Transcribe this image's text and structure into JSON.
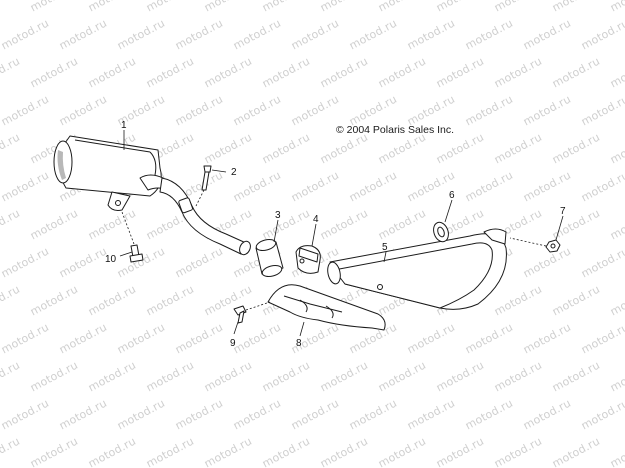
{
  "copyright": "© 2004 Polaris Sales Inc.",
  "watermark": "motod.ru",
  "callouts": [
    {
      "id": "muffler",
      "label": "1"
    },
    {
      "id": "bolt-upper",
      "label": "2"
    },
    {
      "id": "gasket-sleeve",
      "label": "3"
    },
    {
      "id": "clamp",
      "label": "4"
    },
    {
      "id": "head-pipe",
      "label": "5"
    },
    {
      "id": "washer-seal",
      "label": "6"
    },
    {
      "id": "nut",
      "label": "7"
    },
    {
      "id": "heat-shield",
      "label": "8"
    },
    {
      "id": "shield-screw",
      "label": "9"
    },
    {
      "id": "bolt-lower",
      "label": "10"
    }
  ]
}
